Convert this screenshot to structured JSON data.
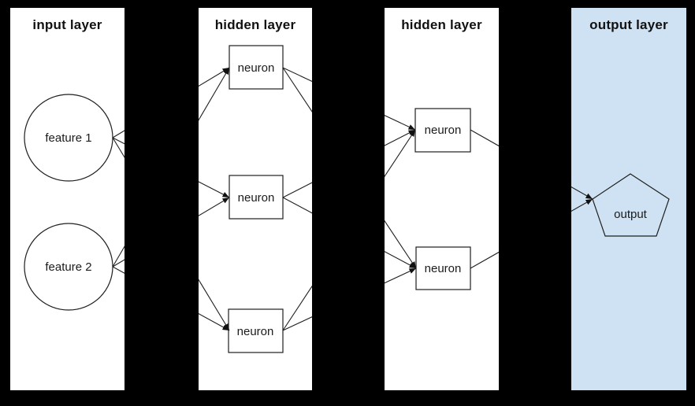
{
  "diagram": {
    "type": "neural-network-layers",
    "colors": {
      "canvas_bg": "#000000",
      "layer_bg": "#ffffff",
      "output_layer_bg": "#cfe2f3",
      "stroke": "#1f1f1f",
      "text": "#111111"
    },
    "layers": [
      {
        "title": "input layer"
      },
      {
        "title": "hidden layer"
      },
      {
        "title": "hidden layer"
      },
      {
        "title": "output layer"
      }
    ],
    "nodes": {
      "feature1": {
        "label": "feature 1",
        "shape": "circle",
        "layer": 0
      },
      "feature2": {
        "label": "feature 2",
        "shape": "circle",
        "layer": 0
      },
      "h1n1": {
        "label": "neuron",
        "shape": "rect",
        "layer": 1
      },
      "h1n2": {
        "label": "neuron",
        "shape": "rect",
        "layer": 1
      },
      "h1n3": {
        "label": "neuron",
        "shape": "rect",
        "layer": 1
      },
      "h2n1": {
        "label": "neuron",
        "shape": "rect",
        "layer": 2
      },
      "h2n2": {
        "label": "neuron",
        "shape": "rect",
        "layer": 2
      },
      "output": {
        "label": "output",
        "shape": "pentagon",
        "layer": 3
      }
    },
    "edges": [
      {
        "from": "feature1",
        "to": "h1n1"
      },
      {
        "from": "feature1",
        "to": "h1n2"
      },
      {
        "from": "feature1",
        "to": "h1n3"
      },
      {
        "from": "feature2",
        "to": "h1n1"
      },
      {
        "from": "feature2",
        "to": "h1n2"
      },
      {
        "from": "feature2",
        "to": "h1n3"
      },
      {
        "from": "h1n1",
        "to": "h2n1"
      },
      {
        "from": "h1n1",
        "to": "h2n2"
      },
      {
        "from": "h1n2",
        "to": "h2n1"
      },
      {
        "from": "h1n2",
        "to": "h2n2"
      },
      {
        "from": "h1n3",
        "to": "h2n1"
      },
      {
        "from": "h1n3",
        "to": "h2n2"
      },
      {
        "from": "h2n1",
        "to": "output"
      },
      {
        "from": "h2n2",
        "to": "output"
      }
    ]
  }
}
